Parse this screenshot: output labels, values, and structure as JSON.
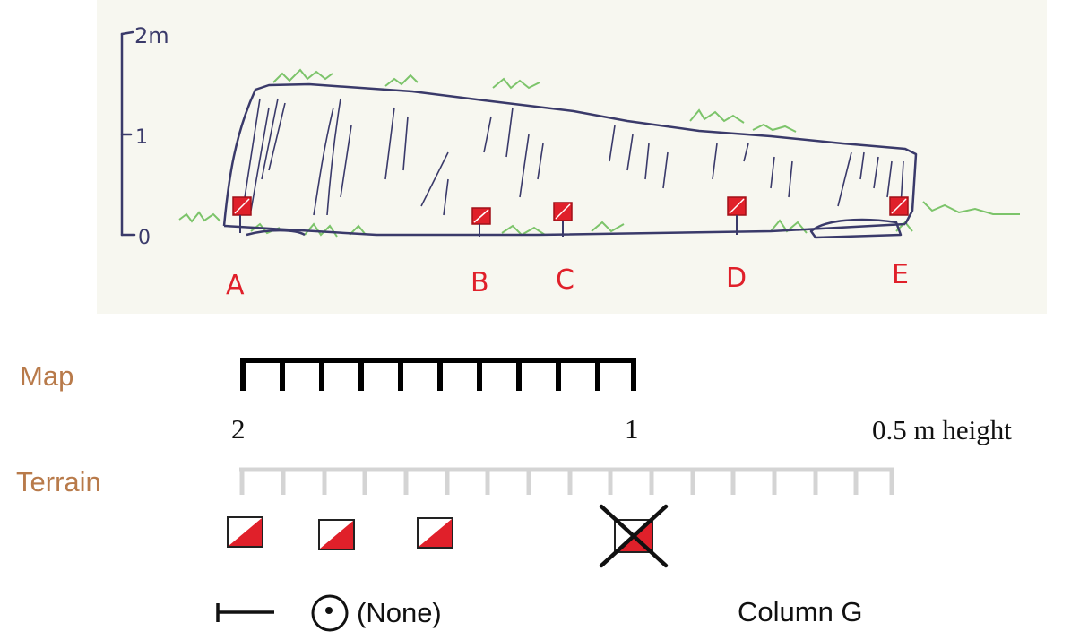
{
  "sketch": {
    "axis_ticks": [
      "2m",
      "1",
      "0"
    ],
    "markers": [
      "A",
      "B",
      "C",
      "D",
      "E"
    ]
  },
  "legend": {
    "map_label": "Map",
    "terrain_label": "Terrain",
    "scale_left": "2",
    "scale_mid": "1",
    "scale_right": "0.5 m height",
    "none_label": "(None)",
    "column_label": "Column G"
  },
  "colors": {
    "marker_red": "#e0202a",
    "pencil": "#3a3a6a",
    "grass": "#7cc46a",
    "label_orange": "#b87a4a",
    "terrain_grey": "#d4d4d4"
  }
}
